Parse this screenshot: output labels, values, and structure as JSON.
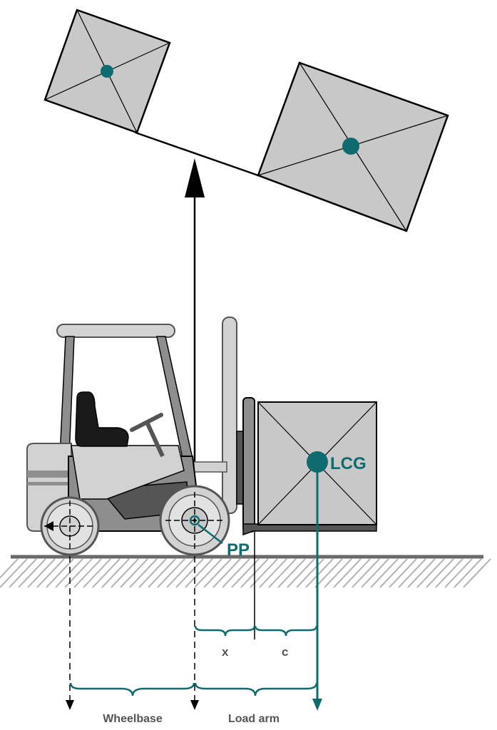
{
  "labels": {
    "lcg": "LCG",
    "pp": "PP",
    "x": "x",
    "c": "c",
    "wheelbase": "Wheelbase",
    "load_arm": "Load arm"
  },
  "colors": {
    "teal": "#0e6b70",
    "box_fill": "#c8c8c8",
    "truck_light": "#d2d2d2",
    "truck_mid": "#8e8e8e",
    "truck_dark": "#555555",
    "outline": "#000000",
    "ground_hatch": "#b4b4b4"
  },
  "icons": {
    "arrow_up": "up-arrow-icon",
    "arrow_down": "down-arrow-icon",
    "arrow_left": "left-arrow-icon"
  }
}
